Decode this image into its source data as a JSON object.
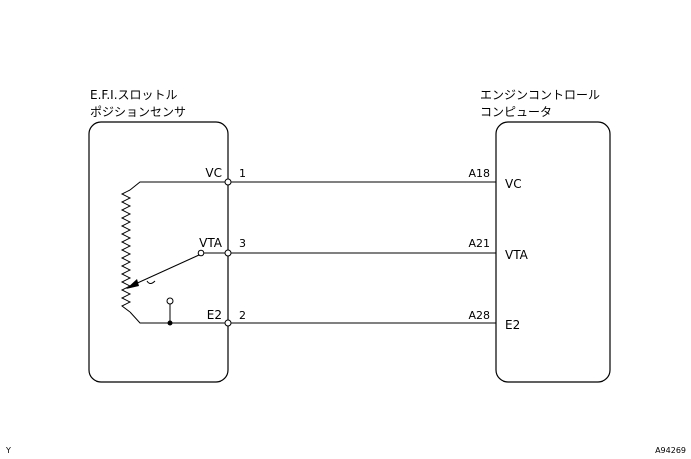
{
  "sensor": {
    "title_line1": "E.F.I.スロットル",
    "title_line2": "ポジションセンサ",
    "terminals": [
      {
        "name": "VC",
        "pin": "1"
      },
      {
        "name": "VTA",
        "pin": "3"
      },
      {
        "name": "E2",
        "pin": "2"
      }
    ]
  },
  "ecu": {
    "title_line1": "エンジンコントロール",
    "title_line2": "コンピュータ",
    "terminals": [
      {
        "pin": "A18",
        "name": "VC"
      },
      {
        "pin": "A21",
        "name": "VTA"
      },
      {
        "pin": "A28",
        "name": "E2"
      }
    ]
  },
  "footer": {
    "left_mark": "Y",
    "figure_id": "A94269"
  }
}
